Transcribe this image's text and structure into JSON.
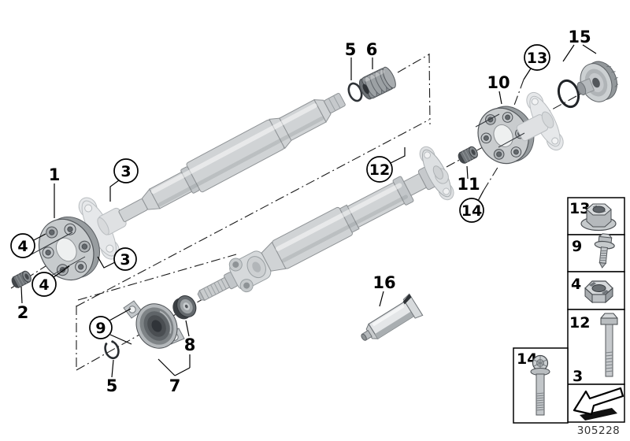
{
  "figure": {
    "number": "305228"
  },
  "callouts": {
    "n1": "1",
    "n2": "2",
    "n3": "3",
    "n4": "4",
    "n5": "5",
    "n6": "6",
    "n7": "7",
    "n8": "8",
    "n9": "9",
    "n10": "10",
    "n11": "11",
    "n12": "12",
    "n13": "13",
    "n14": "14",
    "n15": "15",
    "n16": "16"
  },
  "legend": {
    "items": [
      {
        "label": "13",
        "icon": "flange-nut-icon"
      },
      {
        "label": "9",
        "icon": "washer-screw-icon"
      },
      {
        "label": "4",
        "icon": "self-locking-nut-icon"
      },
      {
        "label": "12",
        "icon": "hex-bolt-icon"
      },
      {
        "label": "3",
        "icon": "hex-bolt-icon"
      },
      {
        "label": "14",
        "icon": "multi-point-bolt-icon"
      }
    ],
    "direction_arrow_icon": "direction-arrow-icon"
  },
  "parts": {
    "front_flex_disc": "flexible-disc-front",
    "rear_flex_disc": "flexible-disc-rear",
    "center_mount": "center-bearing-mount",
    "grease_tube": "grease-tube",
    "colors": {
      "line": "#000000",
      "metal": "#d0d3d5",
      "dark_rubber": "#60656a",
      "background": "#ffffff"
    }
  }
}
